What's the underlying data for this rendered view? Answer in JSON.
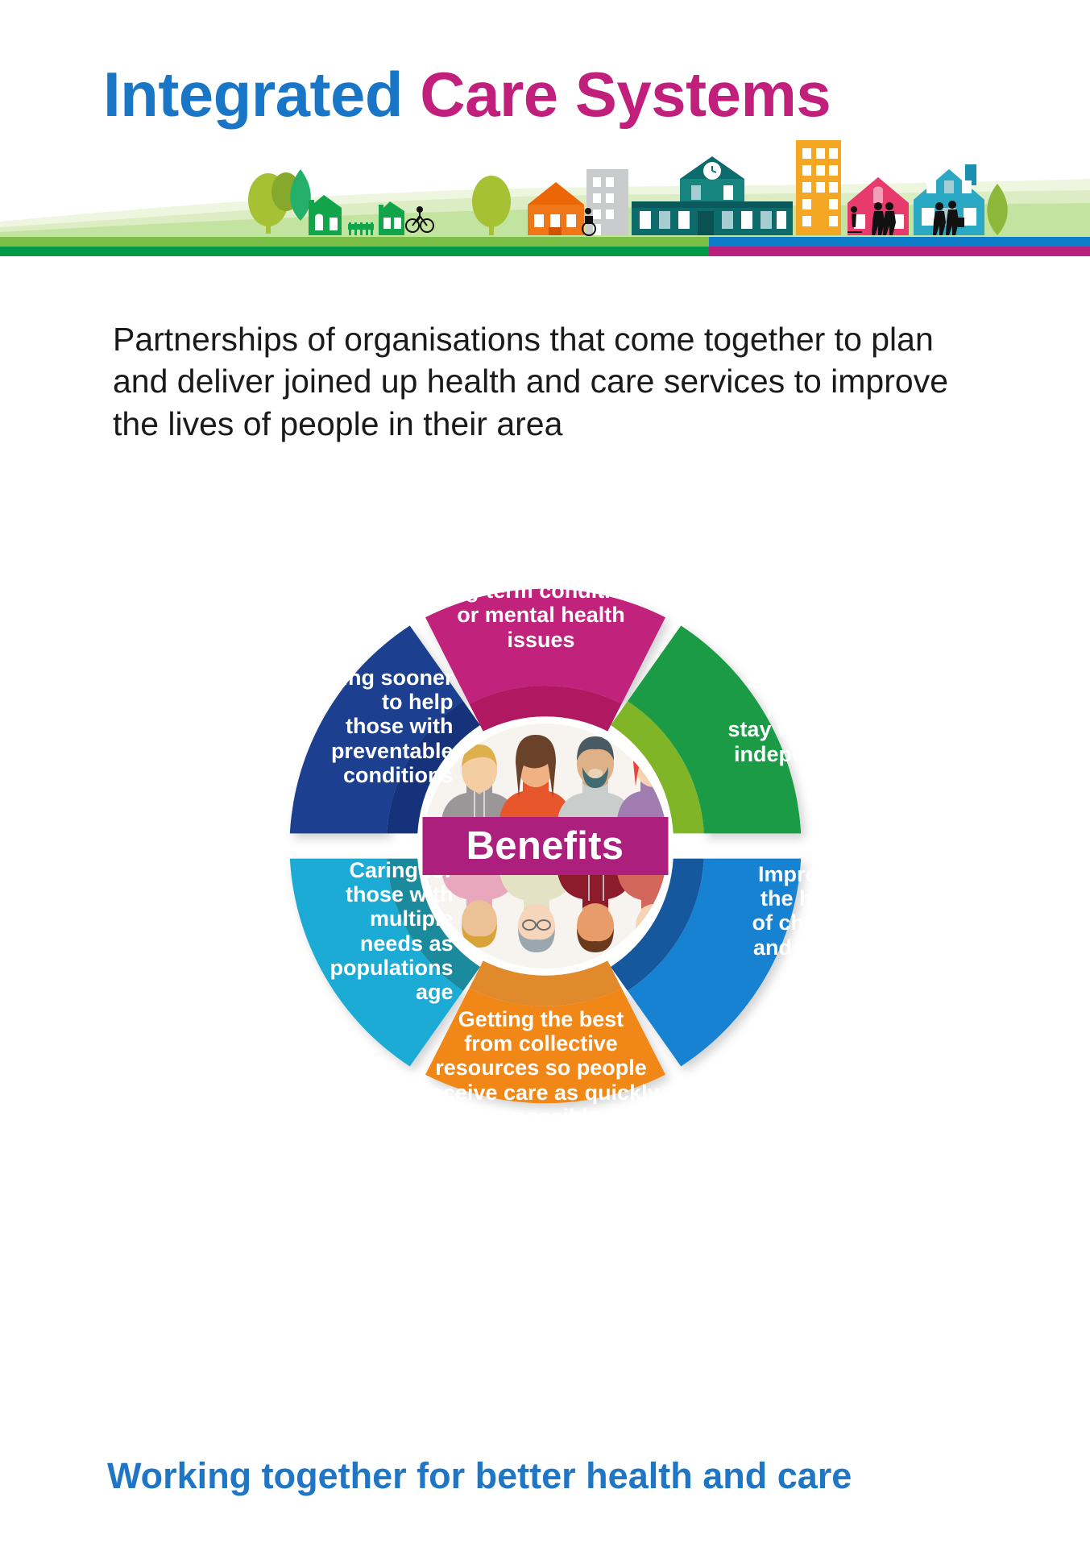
{
  "header": {
    "title_part1": "Integrated ",
    "title_part2": "Care Systems",
    "colors": {
      "title_blue": "#1976c6",
      "title_magenta": "#c0207c",
      "rural_band_light": "#7bbf46",
      "rural_band_dark": "#009b48",
      "urban_band_blue": "#0d7cc9",
      "urban_band_magenta": "#b7207c"
    },
    "illustration": "town-and-country-skyline"
  },
  "intro": {
    "text": "Partnerships of organisations that come together to plan and deliver joined up health and care services to improve the lives of people in their area"
  },
  "wheel": {
    "center_label": "Benefits",
    "center_label_bg": "#ad1f7c",
    "center_image": "group-of-people-photo",
    "segments": [
      {
        "id": "long-term-conditions",
        "label": "Supporting those with\nlong-term conditions\nor mental health\nissues",
        "color": "#c0207c",
        "inner_color": "#b01861"
      },
      {
        "id": "stay-well-independent",
        "label": "Supporting\npeople to\nstay well and\nindependent",
        "color": "#1a9b47",
        "inner_color": "#7fb526"
      },
      {
        "id": "children-young-people",
        "label": "Improving\nthe health\nof children\nand young\npeople",
        "color": "#1482d1",
        "inner_color": "#15589e"
      },
      {
        "id": "collective-resources",
        "label": "Getting the best\nfrom collective\nresources so people\nreceive care as quickly\nas possible",
        "color": "#f08716",
        "inner_color": "#e08a2c"
      },
      {
        "id": "multiple-needs-ageing",
        "label": "Caring for\nthose with\nmultiple\nneeds as\npopulations\nage",
        "color": "#1babd4",
        "inner_color": "#1b8a9c"
      },
      {
        "id": "preventable-conditions",
        "label": "Acting sooner\nto help\nthose with\npreventable\nconditions",
        "color": "#1b3f8f",
        "inner_color": "#15327a"
      }
    ]
  },
  "footer": {
    "tagline": "Working together for better health and care",
    "color": "#1f76c4"
  }
}
